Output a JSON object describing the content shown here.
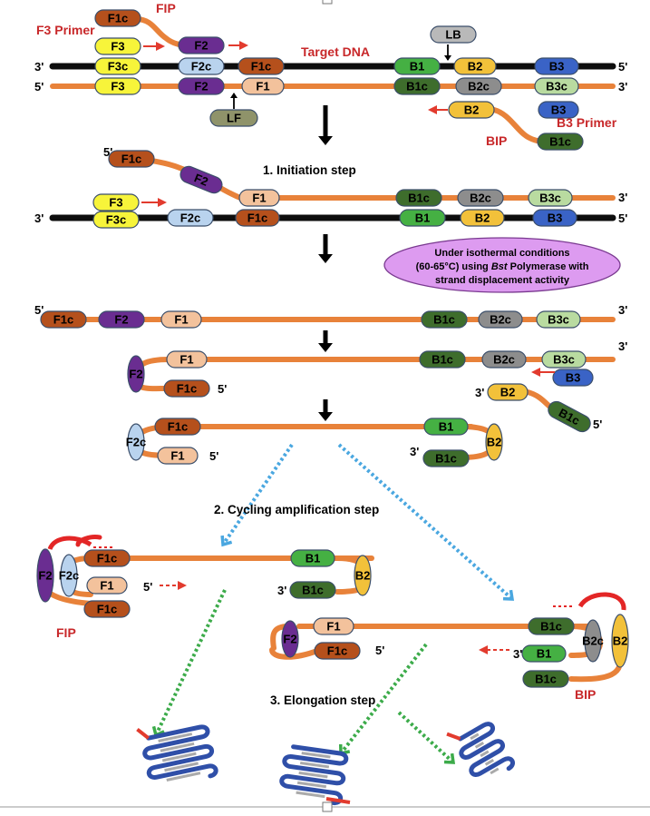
{
  "labels": {
    "fip": "FIP",
    "f3_primer": "F3 Primer",
    "target_dna": "Target DNA",
    "lb": "LB",
    "lf": "LF",
    "b3_primer": "B3 Primer",
    "bip": "BIP",
    "end_3": "3'",
    "end_5": "5'"
  },
  "steps": {
    "initiation": "1. Initiation step",
    "cycling": "2. Cycling amplification step",
    "elongation": "3. Elongation step"
  },
  "note": {
    "line1": "Under isothermal conditions",
    "line2_pre": "(60-65°C) using ",
    "line2_em": "Bst",
    "line2_post": " Polymerase with",
    "line3": "strand displacement activity"
  },
  "segments": {
    "F1c": "F1c",
    "F2": "F2",
    "F3": "F3",
    "F3c": "F3c",
    "F2c": "F2c",
    "F1": "F1",
    "B1": "B1",
    "B2": "B2",
    "B3": "B3",
    "B1c": "B1c",
    "B2c": "B2c",
    "B3c": "B3c"
  },
  "colors": {
    "strand": "#e8823a",
    "target_strand": "#0d0d0d",
    "f1c": "#b5501c",
    "f1": "#f3c29c",
    "f2": "#6a2d91",
    "f2c": "#b9d3ee",
    "f3": "#f7f43a",
    "b1": "#45b043",
    "b1c": "#3e6d2c",
    "b2": "#f2c13a",
    "b2c": "#8d8d8d",
    "b3": "#3a63c6",
    "b3c": "#b9dba0",
    "lb": "#b9b9b9",
    "lf": "#8f936a",
    "arrow": "#e23b2e",
    "dotted_blue": "#4aa7e0",
    "dotted_green": "#3cab4a",
    "note_fill": "#dd9bf0",
    "note_stroke": "#7a3a90",
    "loop_red": "#e32626"
  }
}
